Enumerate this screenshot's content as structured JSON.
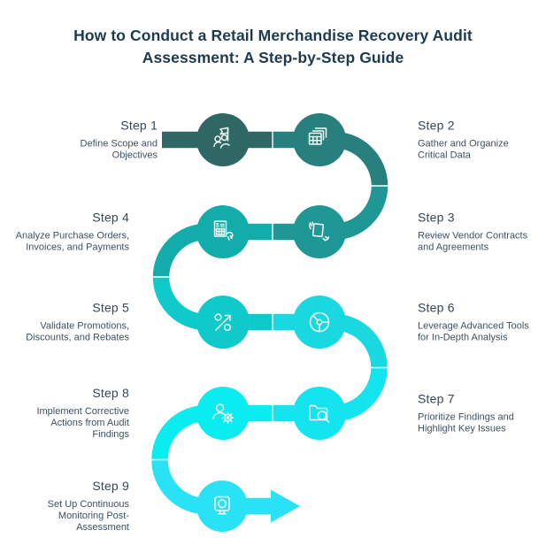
{
  "title": "How to Conduct a Retail Merchandise Recovery Audit\nAssessment: A Step-by-Step Guide",
  "colors": {
    "background": "#FFFFFF",
    "title_text": "#1C3B52",
    "step_heading_text": "#33475B",
    "step_body_text": "#3D5164",
    "icon_stroke": "#FFFFFF"
  },
  "steps": [
    {
      "label": "Step 1",
      "description": "Define Scope and\nObjectives",
      "side": "left",
      "color": "#2E6763",
      "icon": "team-flag-icon"
    },
    {
      "label": "Step 2",
      "description": "Gather and Organize\nCritical Data",
      "side": "right",
      "color": "#27807D",
      "icon": "data-tables-icon"
    },
    {
      "label": "Step 3",
      "description": "Review Vendor Contracts\nand Agreements",
      "side": "right",
      "color": "#1F9795",
      "icon": "contract-hands-icon"
    },
    {
      "label": "Step 4",
      "description": "Analyze Purchase Orders,\nInvoices, and Payments",
      "side": "left",
      "color": "#12ACAA",
      "icon": "invoice-payment-icon"
    },
    {
      "label": "Step 5",
      "description": "Validate Promotions,\nDiscounts, and Rebates",
      "side": "left",
      "color": "#10C9CB",
      "icon": "percent-arrow-icon"
    },
    {
      "label": "Step 6",
      "description": "Leverage Advanced Tools\nfor In-Depth Analysis",
      "side": "right",
      "color": "#19D8E0",
      "icon": "gauge-icon"
    },
    {
      "label": "Step 7",
      "description": "Prioritize Findings and\nHighlight Key Issues",
      "side": "right",
      "color": "#14E4EE",
      "icon": "folder-search-icon"
    },
    {
      "label": "Step 8",
      "description": "Implement Corrective\nActions from Audit\nFindings",
      "side": "left",
      "color": "#0AEDF0",
      "icon": "person-gear-icon"
    },
    {
      "label": "Step 9",
      "description": "Set Up Continuous\nMonitoring Post-\nAssessment",
      "side": "left",
      "color": "#29E2F5",
      "icon": "monitor-icon"
    }
  ],
  "icon_glyphs": {
    "invoice_dollar": "$"
  }
}
